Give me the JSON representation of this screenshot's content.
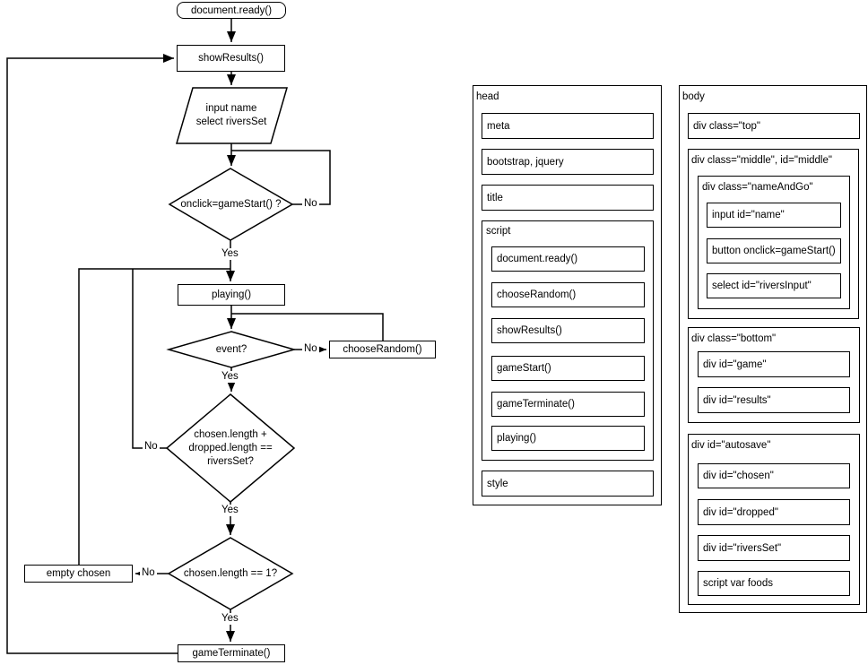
{
  "flowchart": {
    "nodes": {
      "document_ready": "document.ready()",
      "show_results": "showResults()",
      "input_select": "input name\nselect riversSet",
      "decision_gamestart": "onclick=gameStart() ?",
      "playing": "playing()",
      "decision_event": "event?",
      "choose_random": "chooseRandom()",
      "decision_allplaced": "chosen.length +\ndropped.length ==\nriversSet?",
      "decision_lastone": "chosen.length == 1?",
      "empty_chosen": "empty chosen",
      "game_terminate": "gameTerminate()"
    },
    "labels": {
      "yes": "Yes",
      "no": "No"
    }
  },
  "head_tree": {
    "label": "head",
    "meta": "meta",
    "libs": "bootstrap, jquery",
    "title": "title",
    "script_label": "script",
    "script_items": {
      "ready": "document.ready()",
      "choose_random": "chooseRandom()",
      "show_results": "showResults()",
      "game_start": "gameStart()",
      "game_terminate": "gameTerminate()",
      "playing": "playing()"
    },
    "style": "style"
  },
  "body_tree": {
    "label": "body",
    "top": "div class=\"top\"",
    "middle_label": "div class=\"middle\", id=\"middle\"",
    "name_and_go_label": "div class=\"nameAndGo\"",
    "input_name": "input id=\"name\"",
    "button_gamestart": "button onclick=gameStart()",
    "select_rivers": "select id=\"riversInput\"",
    "bottom_label": "div class=\"bottom\"",
    "game": "div id=\"game\"",
    "results": "div id=\"results\"",
    "autosave_label": "div id=\"autosave\"",
    "chosen": "div id=\"chosen\"",
    "dropped": "div id=\"dropped\"",
    "rivers_set": "div id=\"riversSet\"",
    "script_var_foods": "script var foods"
  }
}
